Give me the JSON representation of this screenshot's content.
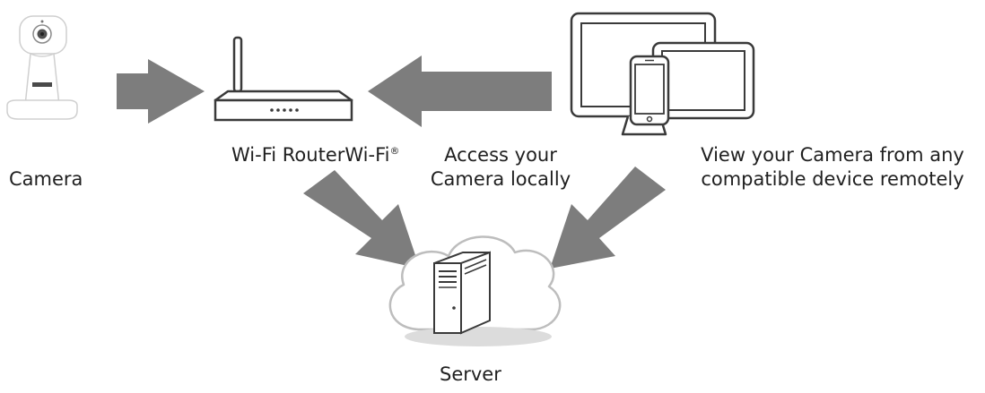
{
  "labels": {
    "camera": "Camera",
    "router": "Wi-Fi RouterWi-Fi",
    "router_mark": "®",
    "access_line1": "Access your",
    "access_line2": "Camera locally",
    "remote_line1": "View your Camera from any",
    "remote_line2": "compatible device remotely",
    "server": "Server"
  },
  "colors": {
    "arrow": "#7d7d7d",
    "outline": "#3a3a3a",
    "cloud": "#bdbdbd",
    "text": "#1f1f1f"
  },
  "icons": [
    "camera-icon",
    "router-icon",
    "devices-icon",
    "cloud-server-icon"
  ]
}
